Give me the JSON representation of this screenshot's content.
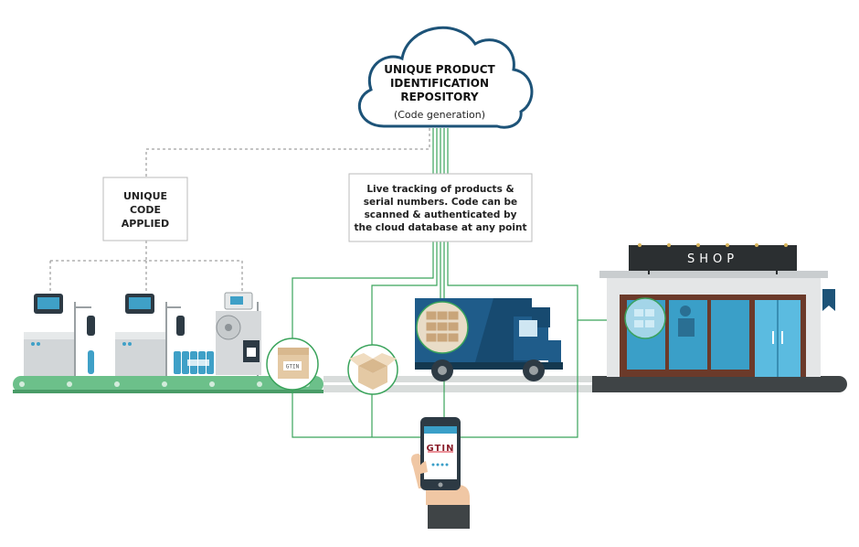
{
  "cloud": {
    "title_lines": [
      "UNIQUE PRODUCT",
      "IDENTIFICATION",
      "REPOSITORY"
    ],
    "subtitle": "(Code generation)"
  },
  "applied_box": {
    "lines": [
      "UNIQUE",
      "CODE",
      "APPLIED"
    ]
  },
  "tracking_box": {
    "lines": [
      "Live tracking of products &",
      "serial numbers. Code can be",
      "scanned & authenticated by",
      "the cloud database at any point"
    ]
  },
  "shop": {
    "sign": "SHOP"
  },
  "labels": {
    "box_code": "GTIN",
    "phone_code": "GTIN"
  },
  "colors": {
    "green_line": "#3aa35b",
    "conveyor": "#5fb87a",
    "conveyor_dark": "#3f4446",
    "truck_blue": "#1f5c8a",
    "cloud_stroke": "#1d5378",
    "shop_glass": "#3a9fc8",
    "shop_frame": "#6b3a2a"
  }
}
